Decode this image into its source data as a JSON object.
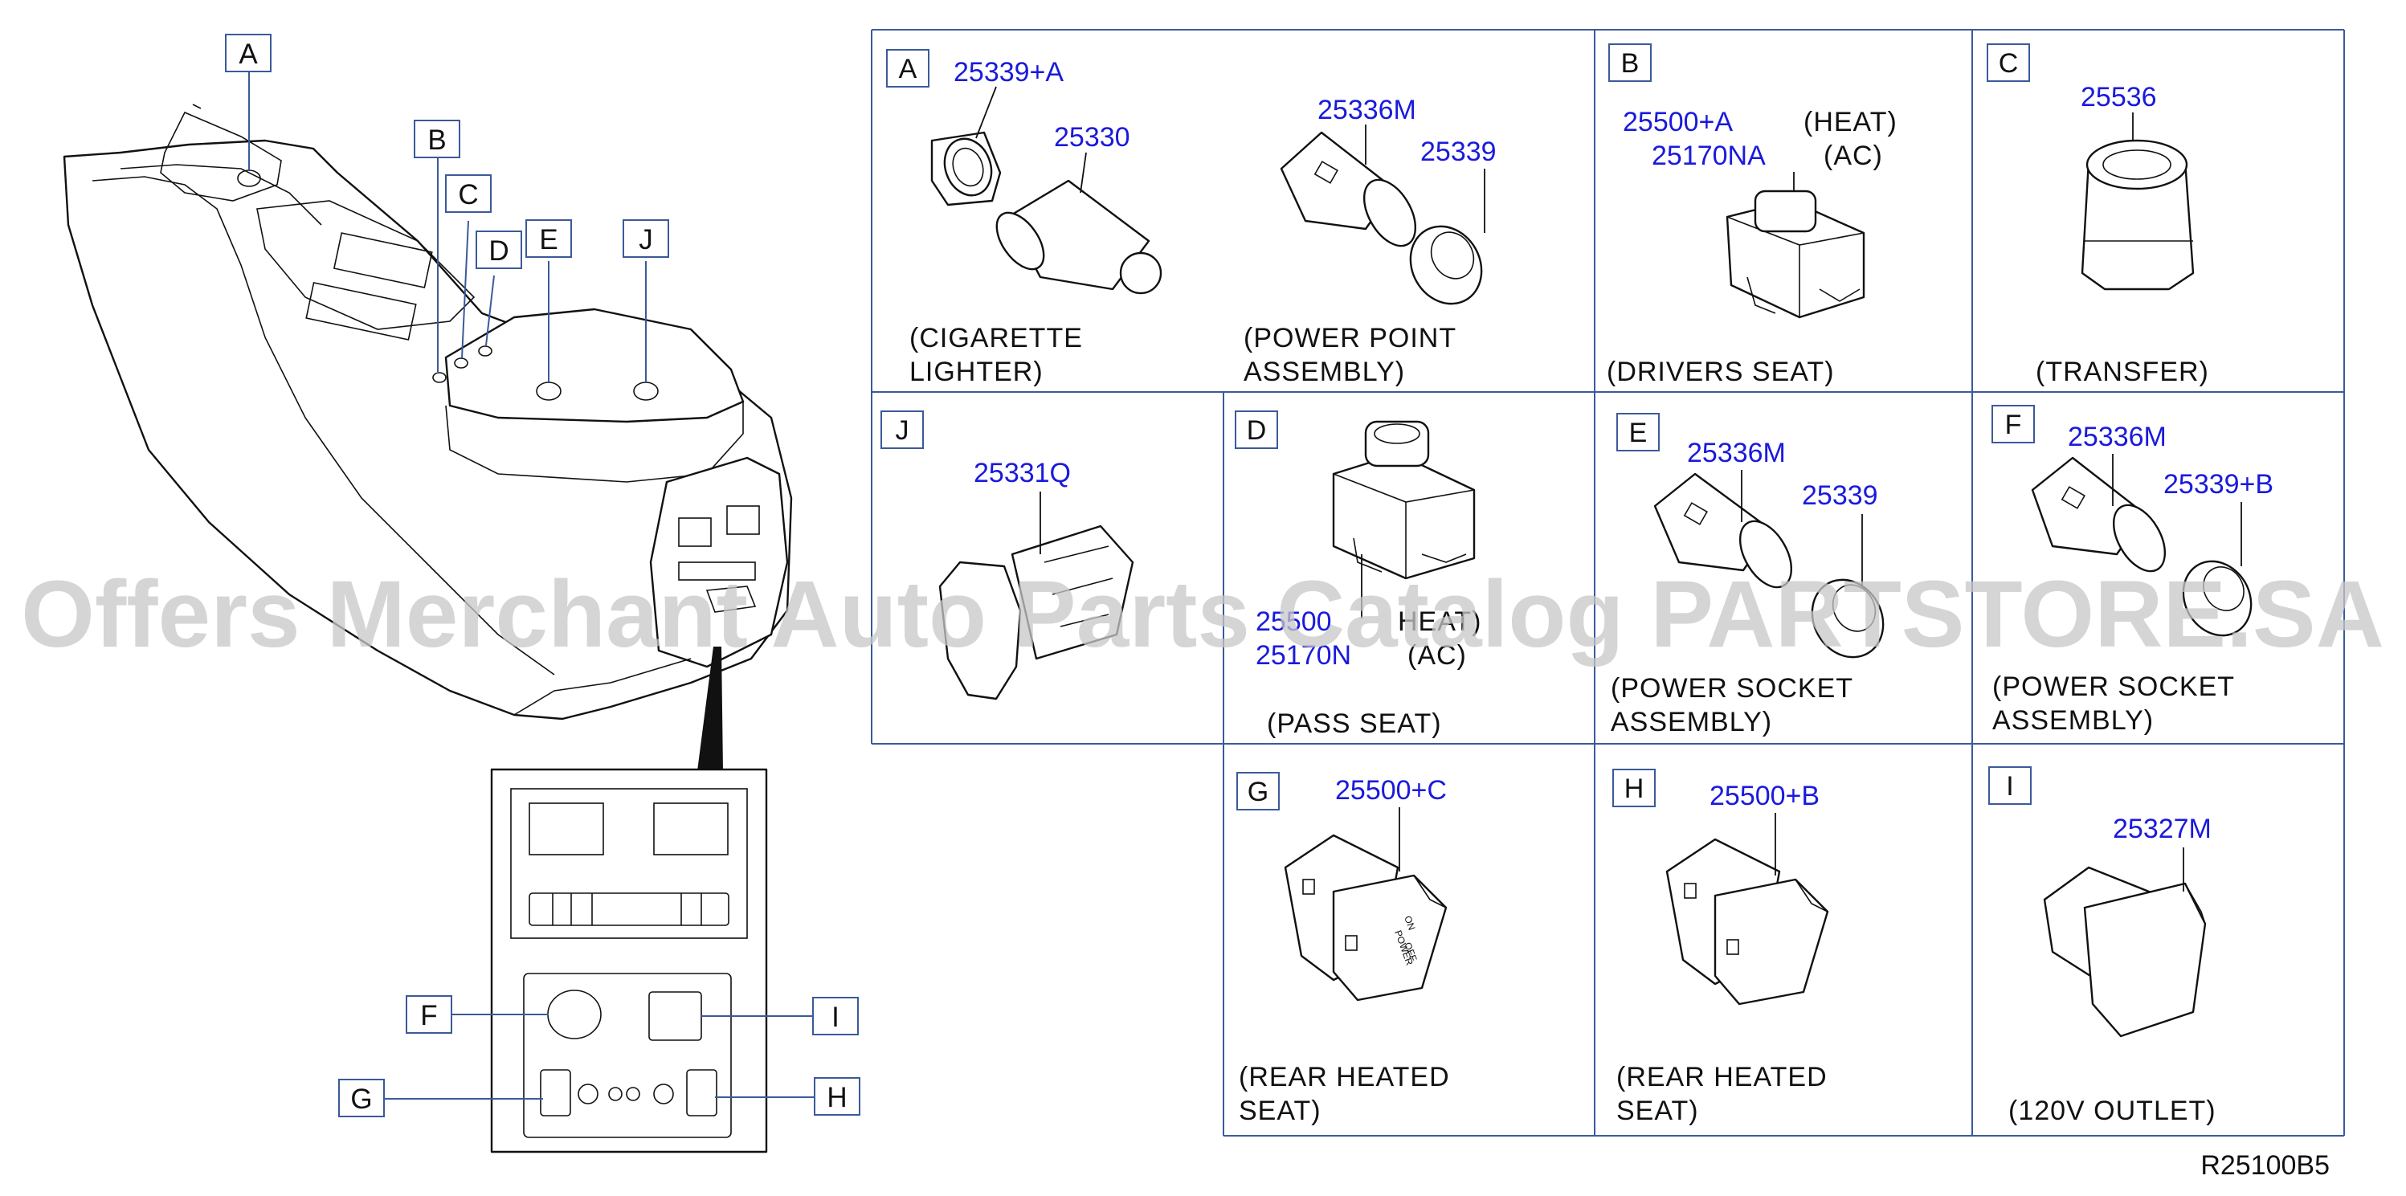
{
  "overview": {
    "callouts": [
      "A",
      "B",
      "C",
      "D",
      "E",
      "J",
      "F",
      "I",
      "G",
      "H"
    ]
  },
  "panels": {
    "A": {
      "letter": "A",
      "parts": [
        "25339+A",
        "25330",
        "25336M",
        "25339"
      ],
      "caption1": [
        "(CIGARETTE",
        "LIGHTER)"
      ],
      "caption2": [
        "(POWER  POINT",
        "ASSEMBLY)"
      ]
    },
    "B": {
      "letter": "B",
      "parts": [
        "25500+A",
        "25170NA"
      ],
      "notes": [
        "(HEAT)",
        "(AC)"
      ],
      "caption": "(DRIVERS  SEAT)"
    },
    "C": {
      "letter": "C",
      "parts": [
        "25536"
      ],
      "caption": "(TRANSFER)"
    },
    "J": {
      "letter": "J",
      "parts": [
        "25331Q"
      ]
    },
    "D": {
      "letter": "D",
      "parts": [
        "25500",
        "25170N"
      ],
      "notes": [
        "HEAT)",
        "(AC)"
      ],
      "caption": "(PASS  SEAT)"
    },
    "E": {
      "letter": "E",
      "parts": [
        "25336M",
        "25339"
      ],
      "caption": [
        "(POWER  SOCKET",
        "ASSEMBLY)"
      ]
    },
    "F": {
      "letter": "F",
      "parts": [
        "25336M",
        "25339+B"
      ],
      "caption": [
        "(POWER  SOCKET",
        "ASSEMBLY)"
      ]
    },
    "G": {
      "letter": "G",
      "parts": [
        "25500+C"
      ],
      "caption": [
        "(REAR  HEATED",
        "SEAT)"
      ]
    },
    "H": {
      "letter": "H",
      "parts": [
        "25500+B"
      ],
      "caption": [
        "(REAR  HEATED",
        "SEAT)"
      ]
    },
    "I": {
      "letter": "I",
      "parts": [
        "25327M"
      ],
      "caption": "(120V  OUTLET)"
    }
  },
  "switch_legend": [
    "ON",
    "POWER",
    "OFF"
  ],
  "diagram_code": "R25100B5",
  "watermark": "Offers Merchant Auto Parts Catalog PARTSTORE.SA"
}
